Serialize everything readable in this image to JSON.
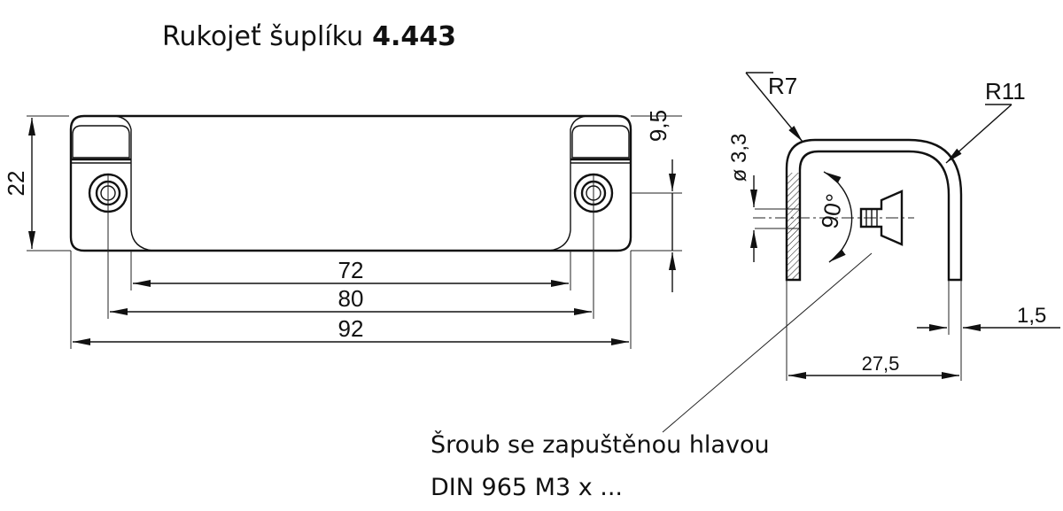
{
  "title": {
    "name": "Rukojeť šuplíku",
    "code": "4.443"
  },
  "dimensions": {
    "height": "22",
    "offset": "9,5",
    "inner_length": "72",
    "hole_spacing": "80",
    "overall_length": "92",
    "hole_diameter": "ø 3,3",
    "inner_radius": "R7",
    "outer_radius": "R11",
    "thickness": "1,5",
    "depth": "27,5",
    "countersink_angle": "90°"
  },
  "note": {
    "line1": "Šroub se zapuštěnou hlavou",
    "line2": "DIN 965 M3 x ..."
  }
}
